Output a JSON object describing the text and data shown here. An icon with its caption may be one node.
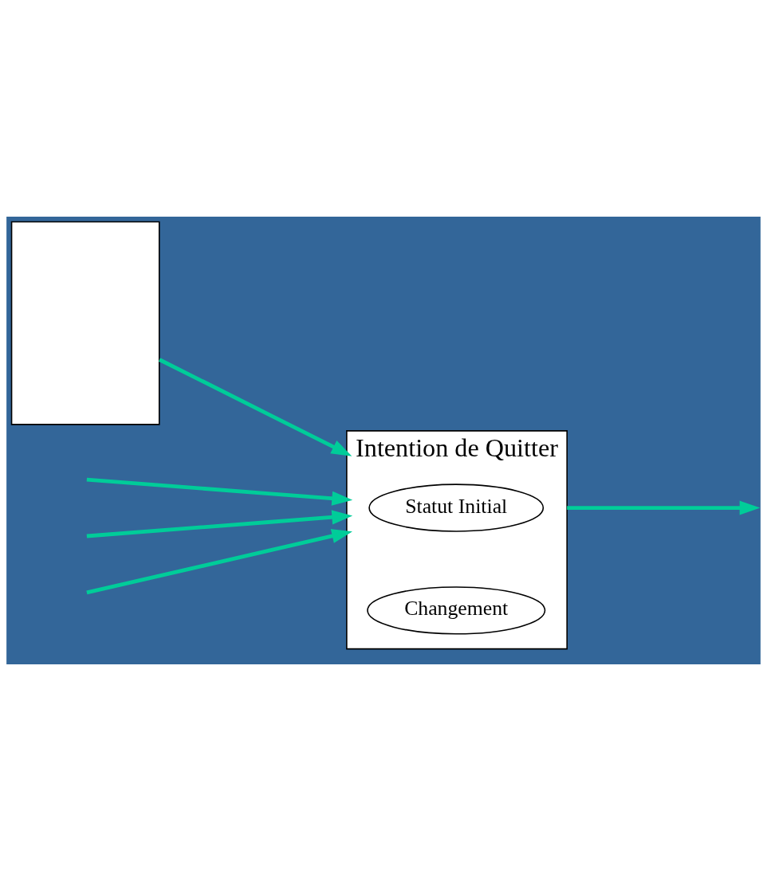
{
  "diagram": {
    "nodes": [
      {
        "text": [],
        "shape": "box"
      },
      {
        "text": [
          "Intention de Quitter"
        ]
      },
      {
        "text": [
          "Statut Initial"
        ],
        "in": 1
      },
      {
        "text": [
          "Changement"
        ],
        "in": 1
      }
    ],
    "edges": [
      {
        "from": 0,
        "to": 1,
        "arrow": "to"
      },
      {
        "from": null,
        "to": 1,
        "arrow": "to"
      },
      {
        "from": null,
        "to": 1,
        "arrow": "to"
      },
      {
        "from": null,
        "to": 1,
        "arrow": "to"
      },
      {
        "from": 1,
        "to": null,
        "arrow": "to"
      }
    ]
  }
}
